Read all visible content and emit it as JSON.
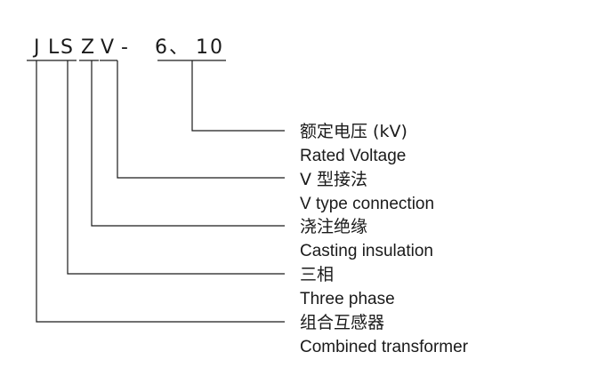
{
  "code": {
    "chars": [
      "J",
      "L",
      "S",
      "Z",
      "V",
      "-",
      "6",
      "、",
      "1",
      "0"
    ]
  },
  "labels": [
    {
      "cn": "额定电压 (kV)",
      "en": "Rated Voltage"
    },
    {
      "cn": "V 型接法",
      "en": "V type connection"
    },
    {
      "cn": "浇注绝缘",
      "en": "Casting insulation"
    },
    {
      "cn": "三相",
      "en": "Three phase"
    },
    {
      "cn": "组合互感器",
      "en": "Combined transformer"
    }
  ]
}
